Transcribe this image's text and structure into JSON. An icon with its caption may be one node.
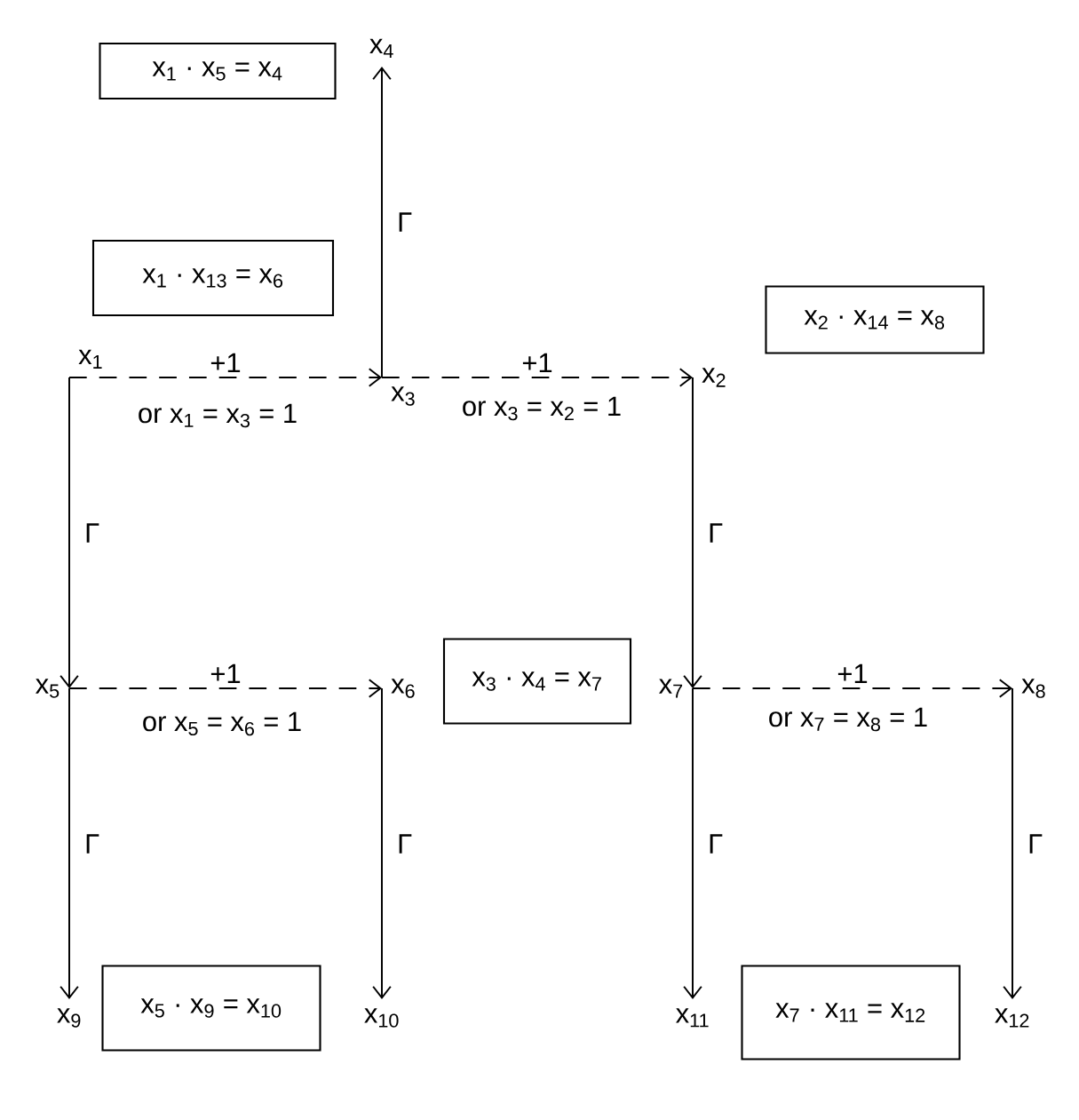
{
  "diagram": {
    "nodes": [
      {
        "text": [
          "x$_{1}$ · x$_{5}$ = x$_{4}$"
        ]
      },
      {
        "text": [
          "x$_{4}$"
        ]
      },
      {
        "text": [
          "x$_{1}$ · x$_{13}$ = x$_{6}$"
        ]
      },
      {
        "text": [
          "x$_{1}$"
        ]
      },
      {
        "text": [
          "x$_{2}$ · x$_{14}$ = x$_{8}$"
        ]
      },
      {
        "text": [
          "x$_{3}$"
        ]
      },
      {
        "text": [
          "x$_{2}$"
        ]
      },
      {
        "text": [
          "x$_{5}$"
        ]
      },
      {
        "text": [
          "x$_{6}$"
        ]
      },
      {
        "text": [
          "x$_{3}$ · x$_{4}$ = x$_{7}$"
        ]
      },
      {
        "text": [
          "x$_{7}$"
        ]
      },
      {
        "text": [
          "x$_{8}$"
        ]
      },
      {
        "text": [
          "x$_{9}$"
        ]
      },
      {
        "text": [
          "x$_{5}$ · x$_{9}$ = x$_{10}$"
        ]
      },
      {
        "text": [
          "x$_{10}$"
        ]
      },
      {
        "text": [
          "x$_{11}$"
        ]
      },
      {
        "text": [
          "x$_{7}$ · x$_{11}$ = x$_{12}$"
        ]
      },
      {
        "text": [
          "x$_{12}$"
        ]
      }
    ],
    "edges": [
      {
        "from": 3,
        "to": 5,
        "arrow": "to",
        "style": "dashed",
        "label": "+1"
      },
      {
        "from": 5,
        "to": 6,
        "arrow": "to",
        "style": "dashed",
        "label": "+1"
      },
      {
        "from": 5,
        "to": 1,
        "arrow": "to",
        "label": "Γ"
      },
      {
        "from": 3,
        "to": 7,
        "arrow": "to",
        "label": "Γ"
      },
      {
        "from": 6,
        "to": 10,
        "arrow": "to",
        "label": "Γ"
      },
      {
        "from": 7,
        "to": 8,
        "arrow": "to",
        "style": "dashed",
        "label": "+1"
      },
      {
        "from": 10,
        "to": 11,
        "arrow": "to",
        "style": "dashed",
        "label": "+1"
      },
      {
        "from": 7,
        "to": 12,
        "arrow": "to",
        "label": "Γ"
      },
      {
        "from": 8,
        "to": 14,
        "arrow": "to",
        "label": "Γ"
      },
      {
        "from": 10,
        "to": 15,
        "arrow": "to",
        "label": "Γ"
      },
      {
        "from": 11,
        "to": 17,
        "arrow": "to",
        "label": "Γ"
      }
    ],
    "labels": [
      "or x$_{1}$ = x$_{3}$ = 1",
      "or x$_{3}$ = x$_{2}$ = 1",
      "or x$_{5}$ = x$_{6}$ = 1",
      "or x$_{7}$ = x$_{8}$ = 1"
    ]
  }
}
